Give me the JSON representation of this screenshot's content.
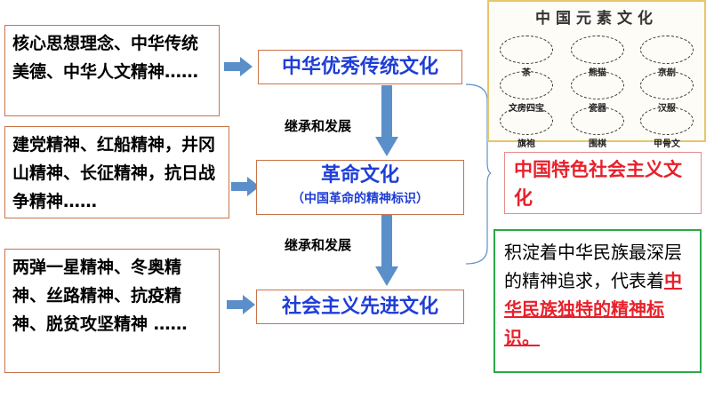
{
  "left": [
    {
      "text": "核心思想理念、中华传统美德、中华人文精神……"
    },
    {
      "text": "建党精神、红船精神，井冈山精神、长征精神，抗日战争精神……"
    },
    {
      "text": "两弹一星精神、冬奥精神、丝路精神、抗疫精神、脱贫攻坚精神 ……"
    }
  ],
  "center": {
    "top": "中华优秀传统文化",
    "mid": "革命文化",
    "mid_sub": "（中国革命的精神标识）",
    "bottom": "社会主义先进文化",
    "arrow_label_1": "继承和发展",
    "arrow_label_2": "继承和发展"
  },
  "right": {
    "red_box": "中国特色社会主义文化",
    "green_plain": "积淀着中华民族最深层的精神追求，代表着",
    "green_highlight": "中华民族独特的精神标识。"
  },
  "image": {
    "title": "中国元素文化",
    "items": [
      "茶",
      "熊猫",
      "京剧",
      "文房四宝",
      "瓷器",
      "汉服",
      "旗袍",
      "围棋",
      "甲骨文"
    ]
  },
  "colors": {
    "blue": "#1f3ed6",
    "red": "#e8202a",
    "arrow": "#5b8fc9",
    "green": "#2aa84a"
  }
}
